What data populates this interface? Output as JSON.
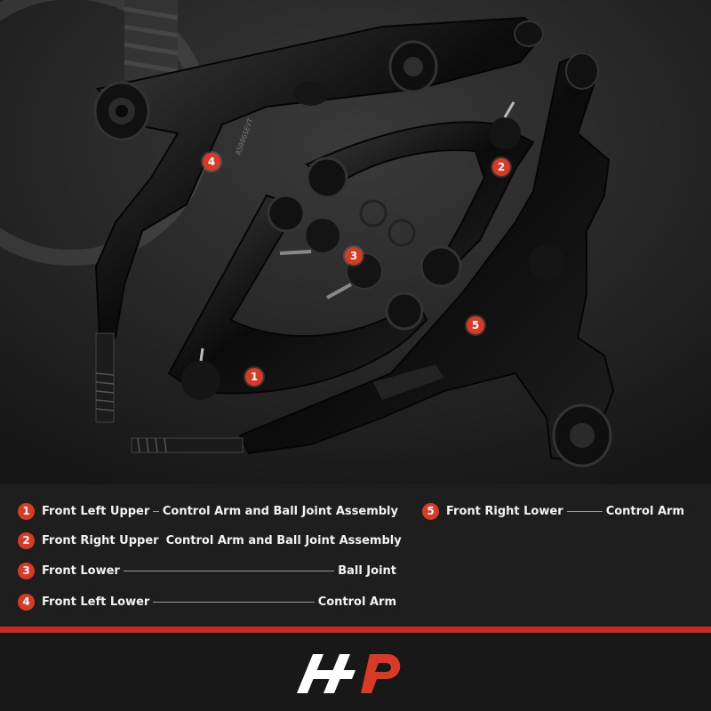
{
  "photo": {
    "background": "#2a2a2a",
    "part_color": "#0d0d0d",
    "callouts": [
      "1",
      "2",
      "3",
      "4",
      "5"
    ],
    "part_stamp": "A5006SEVT"
  },
  "legend": {
    "items": [
      {
        "number": "1",
        "name": "Front Left Upper",
        "part": "Control Arm and Ball Joint Assembly"
      },
      {
        "number": "2",
        "name": "Front Right Upper",
        "part": "Control Arm and Ball Joint Assembly"
      },
      {
        "number": "3",
        "name": "Front Lower",
        "part": "Ball Joint"
      },
      {
        "number": "4",
        "name": "Front Left Lower",
        "part": "Control Arm"
      },
      {
        "number": "5",
        "name": "Front Right Lower",
        "part": "Control Arm"
      }
    ]
  },
  "colors": {
    "accent_red": "#d93a25",
    "stripe_red": "#c9281c",
    "text": "#f2f2f2",
    "panel": "#1e1e1e"
  },
  "footer": {
    "logo": "brand-logo-icon"
  }
}
